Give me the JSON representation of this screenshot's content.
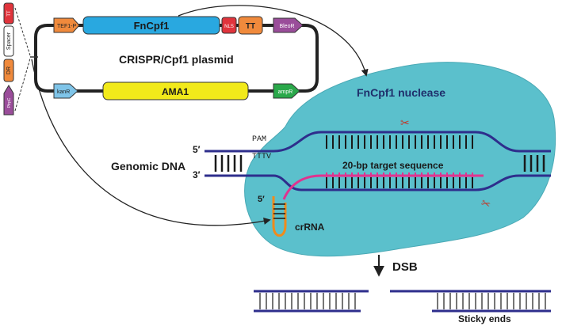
{
  "plasmid": {
    "title": "CRISPR/Cpf1 plasmid",
    "parts": {
      "tef1_promoter": "TEF1-P",
      "fncpf1_gene": "FnCpf1",
      "nls": "NLS",
      "terminator": "TT",
      "bleor": "BleoR",
      "kanr": "kanR",
      "ama1": "AMA1",
      "ampr": "ampR"
    }
  },
  "crrna_cassette": {
    "terminator": "TT",
    "spacer": "Spacer",
    "direct_repeat": "DR",
    "promoter": "PtrpC"
  },
  "nuclease": {
    "label": "FnCpf1 nuclease",
    "color": "#5bc0cc"
  },
  "genomic": {
    "label": "Genomic DNA",
    "five_prime": "5′",
    "three_prime": "3′",
    "pam_label": "PAM",
    "pam_seq": "TTTV",
    "target_label": "20-bp target sequence"
  },
  "crrna": {
    "label": "crRNA",
    "five_prime": "5′"
  },
  "dsb": {
    "label": "DSB"
  },
  "sticky": {
    "label": "Sticky ends"
  },
  "colors": {
    "dna": "#2e2e8c",
    "target": "#e0338f",
    "crrna": "#f08a1c",
    "fncpf1": "#29a8e0",
    "ama1": "#f2ea1a",
    "promoter": "#f08a3c",
    "nls": "#e0343c",
    "tt": "#f08a3c",
    "bleor": "#9a4d9a",
    "kanr": "#7fc4e8",
    "ampr": "#2aa84a",
    "scissors": "#c0392b"
  }
}
